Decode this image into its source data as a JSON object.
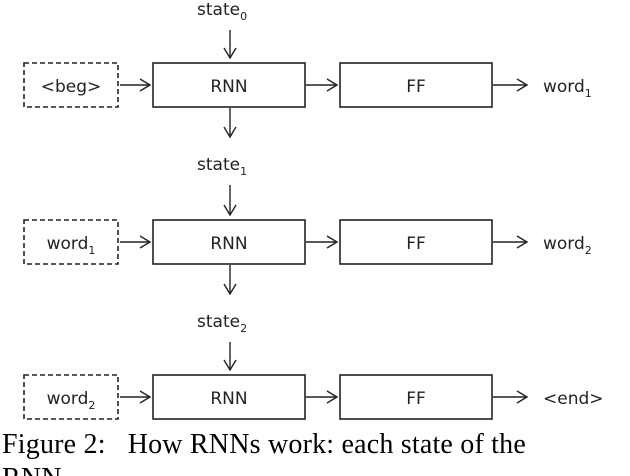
{
  "diagram": {
    "rows": [
      {
        "state_in": {
          "base": "state",
          "sub": "0"
        },
        "input": {
          "text": "<beg>",
          "sub": ""
        },
        "rnn": "RNN",
        "ff": "FF",
        "output": {
          "text": "word",
          "sub": "1"
        }
      },
      {
        "state_in": {
          "base": "state",
          "sub": "1"
        },
        "input": {
          "text": "word",
          "sub": "1"
        },
        "rnn": "RNN",
        "ff": "FF",
        "output": {
          "text": "word",
          "sub": "2"
        }
      },
      {
        "state_in": {
          "base": "state",
          "sub": "2"
        },
        "input": {
          "text": "word",
          "sub": "2"
        },
        "rnn": "RNN",
        "ff": "FF",
        "output": {
          "text": "<end>",
          "sub": ""
        }
      }
    ]
  },
  "caption": {
    "label": "Figure 2:",
    "line1": "How RNNs work: each state of the",
    "line2": "RNN … … … … …"
  }
}
